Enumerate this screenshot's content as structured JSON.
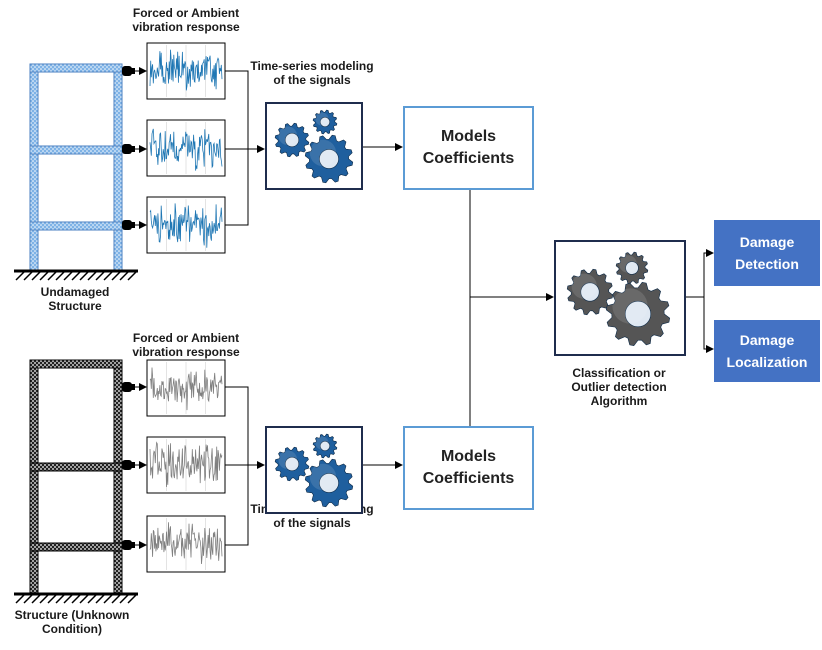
{
  "top": {
    "signal_title": "Forced or Ambient vibration response",
    "model_title": "Time-series modeling of the signals",
    "coef": "Models Coefficients",
    "structure": "Undamaged Structure"
  },
  "bottom": {
    "signal_title": "Forced or Ambient vibration response",
    "model_title": "Time-series modeling of the signals",
    "coef": "Models Coefficients",
    "structure": "Structure (Unknown Condition)"
  },
  "classifier": {
    "label": "Classification or Outlier detection Algorithm"
  },
  "outputs": {
    "detection": "Damage Detection",
    "localization": "Damage Localization"
  },
  "colors": {
    "blue_signal": "#1f77b4",
    "gray_signal": "#7f7f7f",
    "box_border": "#5b9bd5",
    "output_fill": "#4472c4",
    "gear_blue": "#1f5f9e",
    "gear_gray": "#555555"
  }
}
